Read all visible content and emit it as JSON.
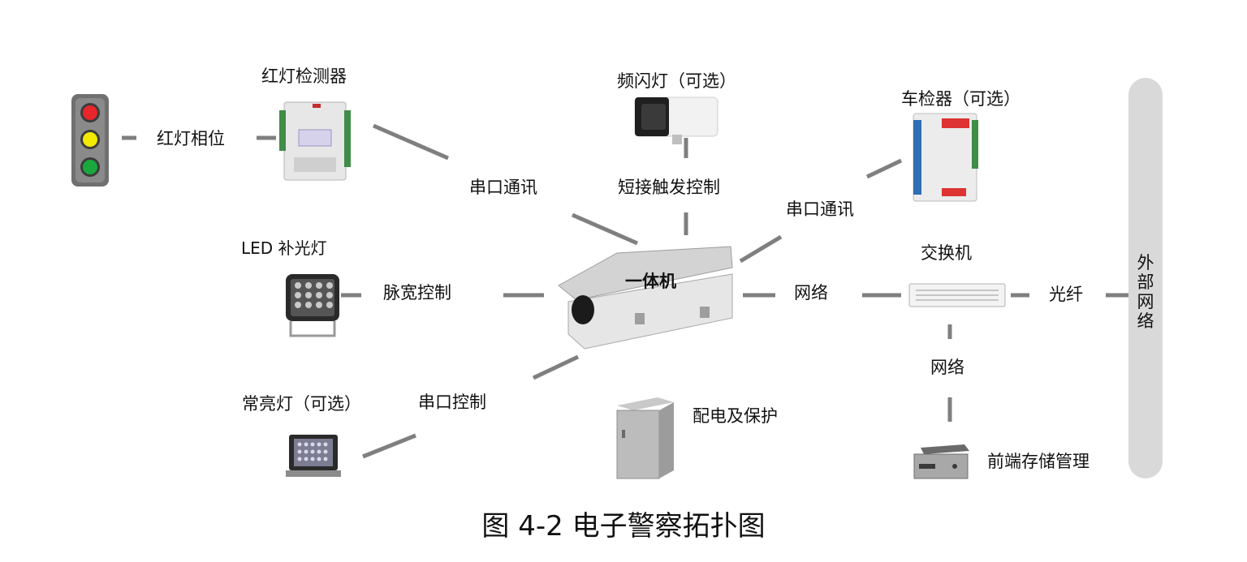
{
  "devices": {
    "traffic_light": "",
    "red_light_detector": "红灯检测器",
    "strobe_light": "频闪灯（可选）",
    "vehicle_detector": "车检器（可选）",
    "led_fill_light": "LED 补光灯",
    "camera": "一体机",
    "steady_light": "常亮灯（可选）",
    "power_cabinet": "配电及保护",
    "switch": "交换机",
    "storage": "前端存储管理",
    "external_network": "外部网络"
  },
  "links": {
    "red_phase": "红灯相位",
    "serial_comm_left": "串口通讯",
    "short_trigger": "短接触发控制",
    "serial_comm_right": "串口通讯",
    "pwm_control": "脉宽控制",
    "network_main": "网络",
    "fiber": "光纤",
    "network_storage": "网络",
    "serial_control": "串口控制"
  },
  "caption": "图 4-2 电子警察拓扑图",
  "colors": {
    "line": "#7f7f7f",
    "traffic_red": "#e8262b",
    "traffic_yellow": "#f4e900",
    "traffic_green": "#1aa83e",
    "external_bar": "#d9d9d9"
  }
}
